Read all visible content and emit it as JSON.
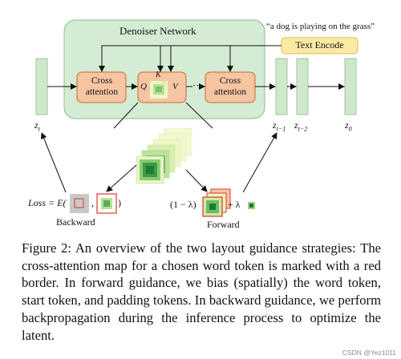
{
  "figure": {
    "denoiser_title": "Denoiser Network",
    "prompt": "“a dog is playing on the grass”",
    "text_encode": "Text Encode",
    "cross_attention_left": "Cross attention",
    "cross_attention_right": "Cross attention",
    "ellipsis": "···",
    "q": "Q",
    "k": "K",
    "v": "V",
    "z_t": "z",
    "z_t_sub": "t",
    "z_t1": "z",
    "z_t1_sub": "t−1",
    "z_t2": "z",
    "z_t2_sub": "t−2",
    "z_0": "z",
    "z_0_sub": "0",
    "loss": "Loss = E(",
    "loss_comma": ",",
    "loss_close": ")",
    "backward": "Backward",
    "forward_prefix": "(1 − λ)",
    "forward_plus": "+ λ",
    "forward": "Forward"
  },
  "caption": {
    "label": "Figure 2:",
    "text": "An overview of the two layout guidance strategies: The cross-attention map for a chosen word token is marked with a red border. In forward guidance, we bias (spatially) the word token, start token, and padding tokens. In backward guidance, we perform backpropagation during the inference process to optimize the latent."
  },
  "watermark": "CSDN @Yez1011",
  "colors": {
    "denoiser_fill": "#d4ecd3",
    "denoiser_stroke": "#8cbb8a",
    "latent_fill": "#cfe8cc",
    "cross_attn_fill": "#f6c5a2",
    "cross_attn_stroke": "#c9683b",
    "text_encode_fill": "#fbeaa6",
    "text_encode_stroke": "#e0bf45",
    "highlight_border": "#e0362a",
    "heat_dark": "#1f7a33",
    "heat_light": "#eef7c8"
  }
}
